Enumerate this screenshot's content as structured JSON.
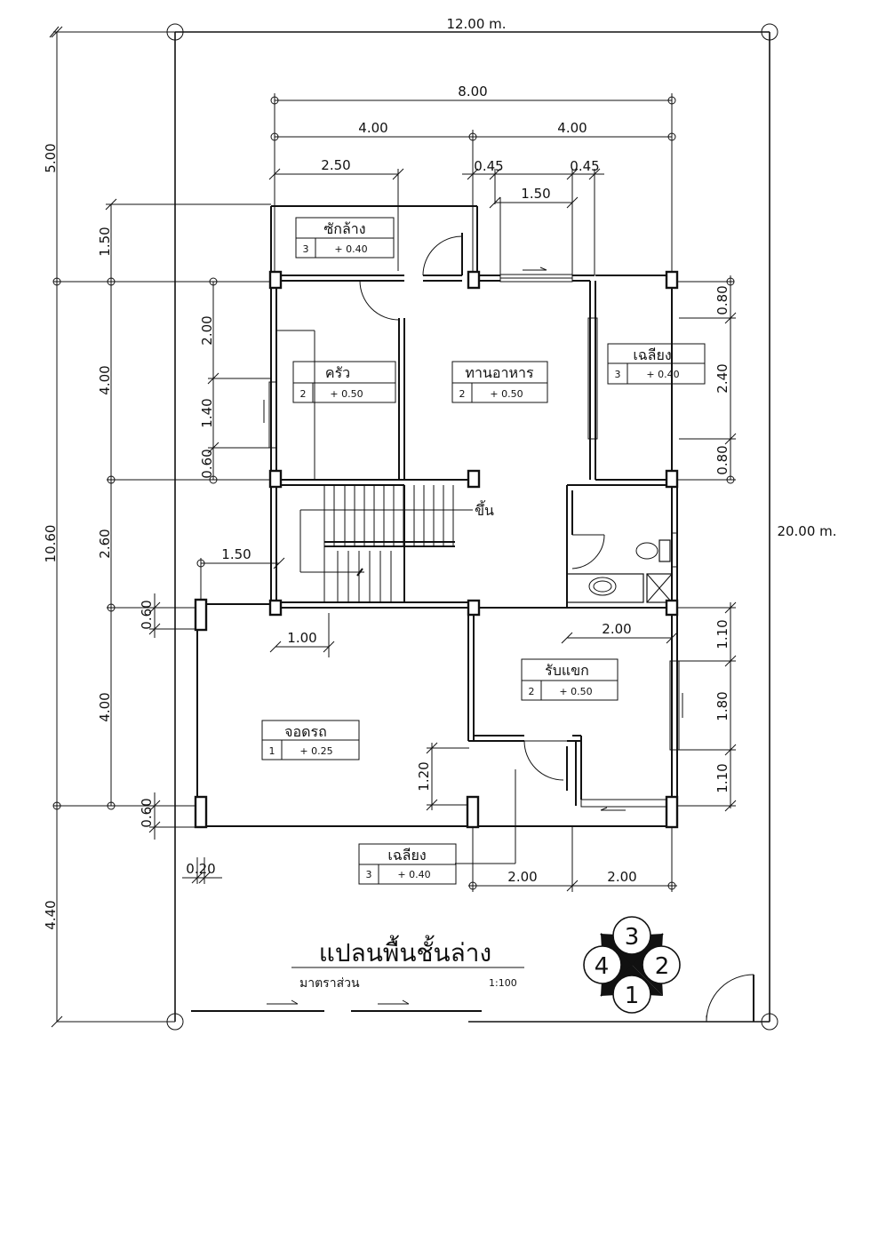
{
  "site": {
    "width_label": "12.00 m.",
    "depth_label": "20.00 m."
  },
  "top_dims": {
    "overall": "8.00",
    "left": "4.00",
    "right": "4.00",
    "laundry_width": "2.50",
    "gap_a": "0.45",
    "gap_b": "0.45",
    "window_1": "1.50"
  },
  "left_dims": {
    "front_setback": "5.00",
    "total": "10.60",
    "rear_setback": "4.40",
    "seg_1": "1.50",
    "seg_2": "4.00",
    "seg_3": "2.60",
    "seg_4": "4.00",
    "sub_1": "2.00",
    "sub_2": "1.40",
    "sub_3": "0.60",
    "sub_4": "0.60",
    "sub_5": "0.60",
    "stair_dim": "1.50",
    "stair_sub": "1.00",
    "col_w": "0.20",
    "garage_door_h": "1.20"
  },
  "right_dims": {
    "r1": "0.80",
    "r2": "2.40",
    "r3": "0.80",
    "r4": "1.10",
    "r5": "1.80",
    "r6": "1.10",
    "bath_w": "2.00"
  },
  "bottom_dims": {
    "b1": "2.00",
    "b2": "2.00"
  },
  "rooms": {
    "laundry": {
      "name": "ซักล้าง",
      "code": "3",
      "level": "+ 0.40"
    },
    "kitchen": {
      "name": "ครัว",
      "code": "2",
      "level": "+ 0.50"
    },
    "dining": {
      "name": "ทานอาหาร",
      "code": "2",
      "level": "+ 0.50"
    },
    "terrace_right": {
      "name": "เฉลียง",
      "code": "3",
      "level": "+ 0.40"
    },
    "living": {
      "name": "รับแขก",
      "code": "2",
      "level": "+ 0.50"
    },
    "garage": {
      "name": "จอดรถ",
      "code": "1",
      "level": "+ 0.25"
    },
    "terrace_front": {
      "name": "เฉลียง",
      "code": "3",
      "level": "+ 0.40"
    }
  },
  "stair_label": "ขึ้น",
  "title": {
    "main": "แปลนพื้นชั้นล่าง",
    "scale_label": "มาตราส่วน",
    "scale": "1:100"
  },
  "compass": {
    "n1": "3",
    "n2": "2",
    "n3": "1",
    "n4": "4"
  }
}
